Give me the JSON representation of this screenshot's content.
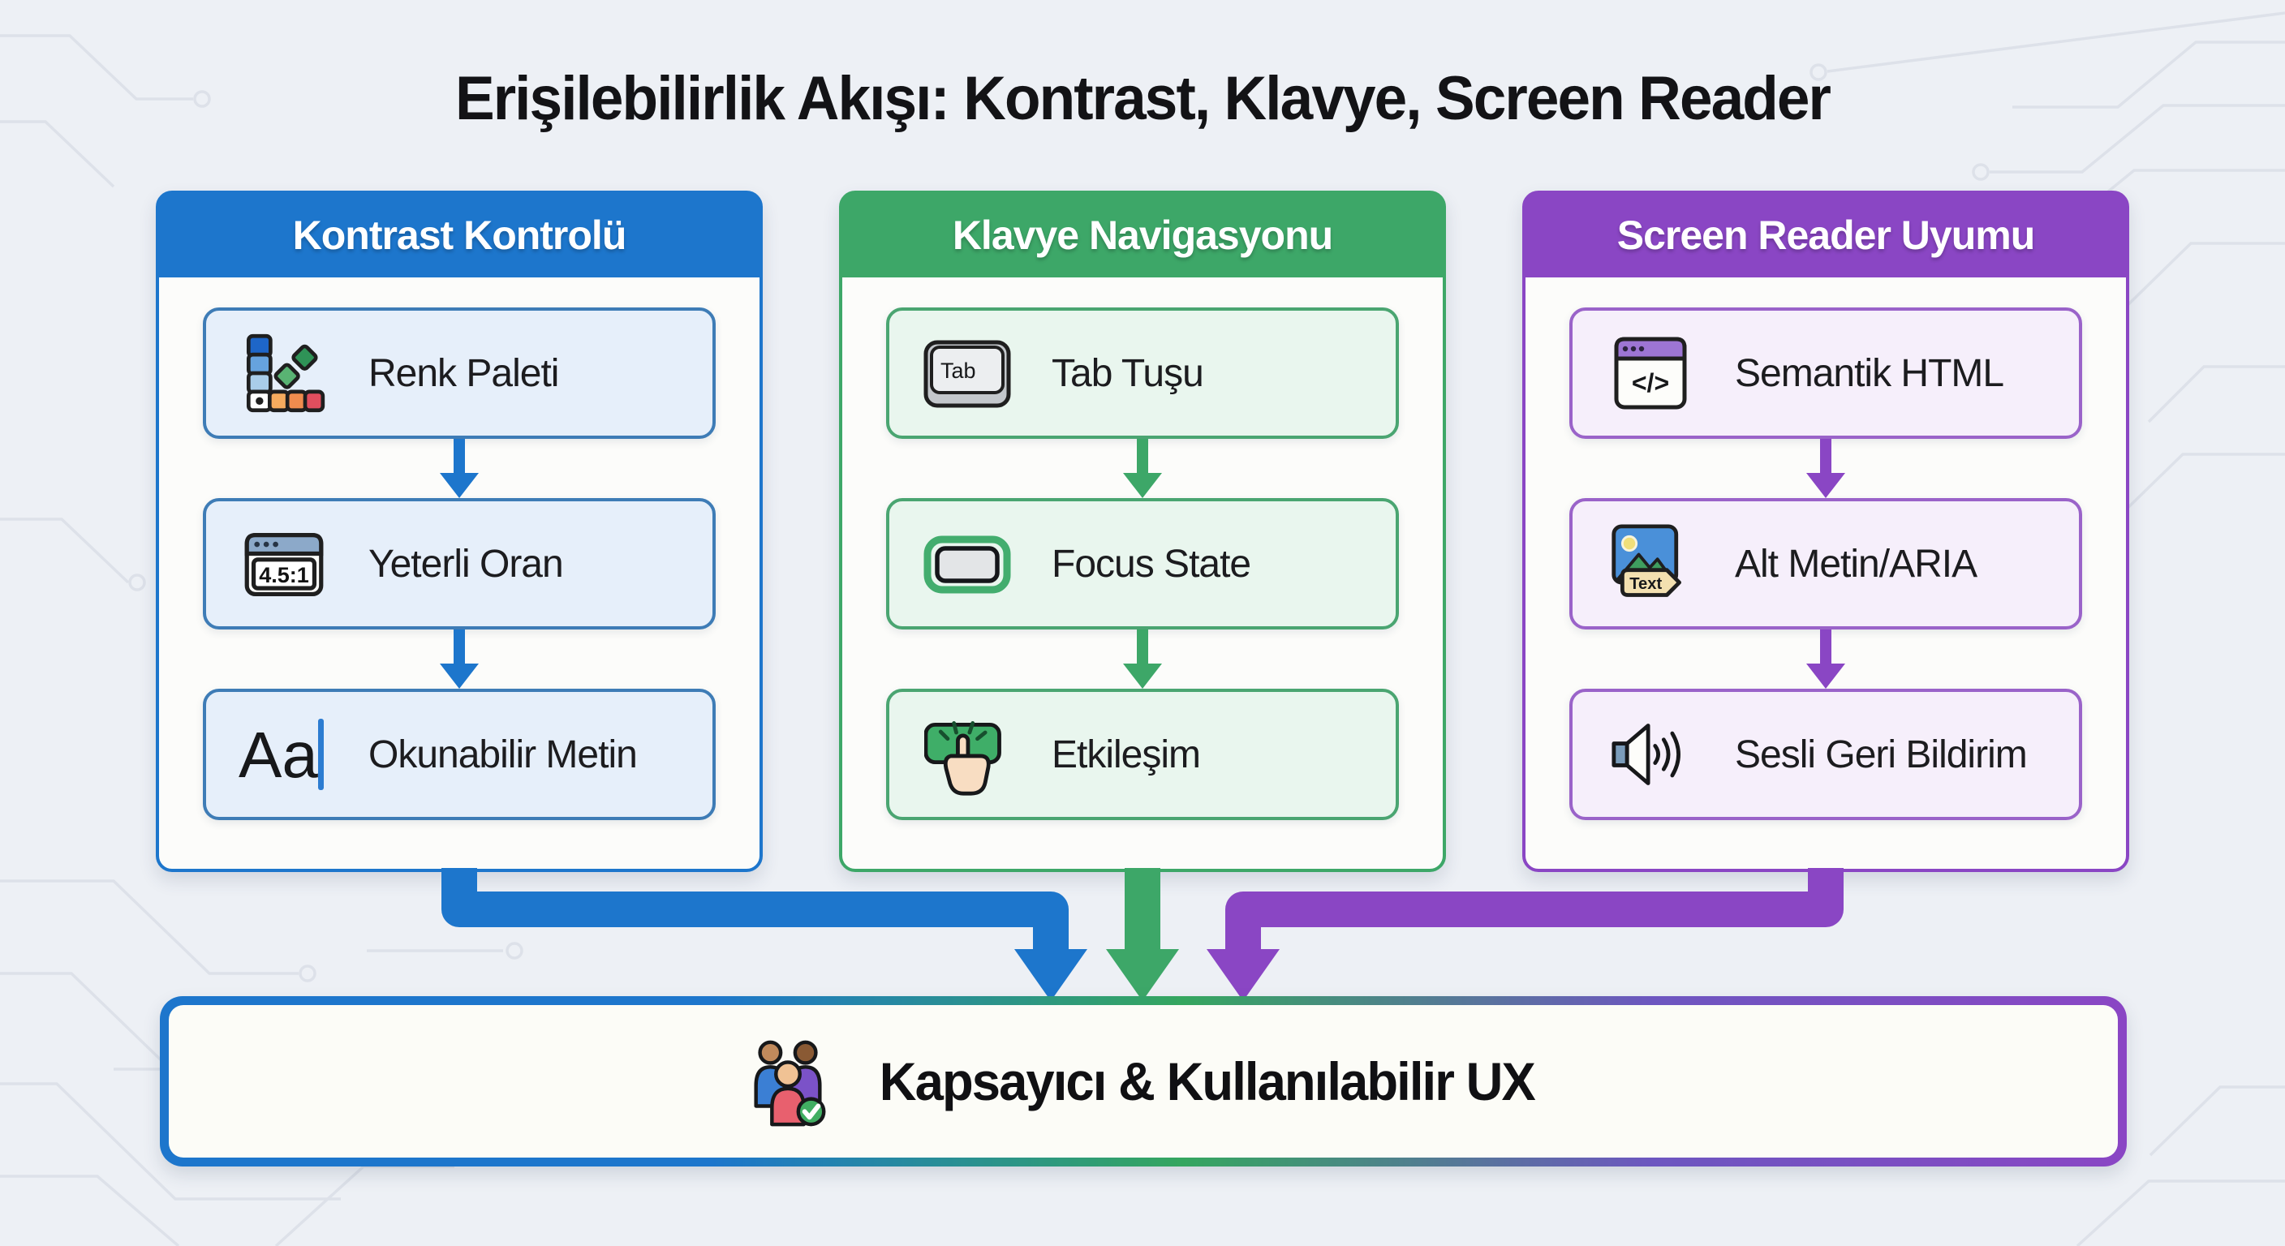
{
  "title": "Erişilebilirlik Akışı: Kontrast, Klavye, Screen Reader",
  "columns": [
    {
      "header": "Kontrast Kontrolü",
      "accent_color": "#1d76cc",
      "item_background": "#e6effa",
      "items": [
        {
          "label": "Renk Paleti",
          "icon": "color-palette"
        },
        {
          "label": "Yeterli Oran",
          "icon": "contrast-ratio-window"
        },
        {
          "label": "Okunabilir Metin",
          "icon": "readable-text-cursor"
        }
      ]
    },
    {
      "header": "Klavye Navigasyonu",
      "accent_color": "#3da768",
      "item_background": "#e9f6ee",
      "items": [
        {
          "label": "Tab Tuşu",
          "icon": "tab-key"
        },
        {
          "label": "Focus State",
          "icon": "focus-ring-button"
        },
        {
          "label": "Etkileşim",
          "icon": "click-hand-button"
        }
      ]
    },
    {
      "header": "Screen Reader Uyumu",
      "accent_color": "#8a46c4",
      "item_background": "#f6effb",
      "items": [
        {
          "label": "Semantik HTML",
          "icon": "code-window"
        },
        {
          "label": "Alt Metin/ARIA",
          "icon": "image-alt-tag"
        },
        {
          "label": "Sesli Geri Bildirim",
          "icon": "speaker-sound"
        }
      ]
    }
  ],
  "footer": {
    "label": "Kapsayıcı & Kullanılabilir UX",
    "icon": "people-group-check"
  },
  "icon_texts": {
    "ratio": "4.5:1",
    "aa": "Aa",
    "tab": "Tab",
    "code": "</>",
    "tag": "Text"
  },
  "colors": {
    "background": "#edf0f5",
    "circuit_line": "#dde1e9",
    "blue": "#1d76cc",
    "green": "#3da768",
    "purple": "#8a46c4",
    "footer_surface": "#fcfcf7",
    "title_text": "#131316"
  }
}
